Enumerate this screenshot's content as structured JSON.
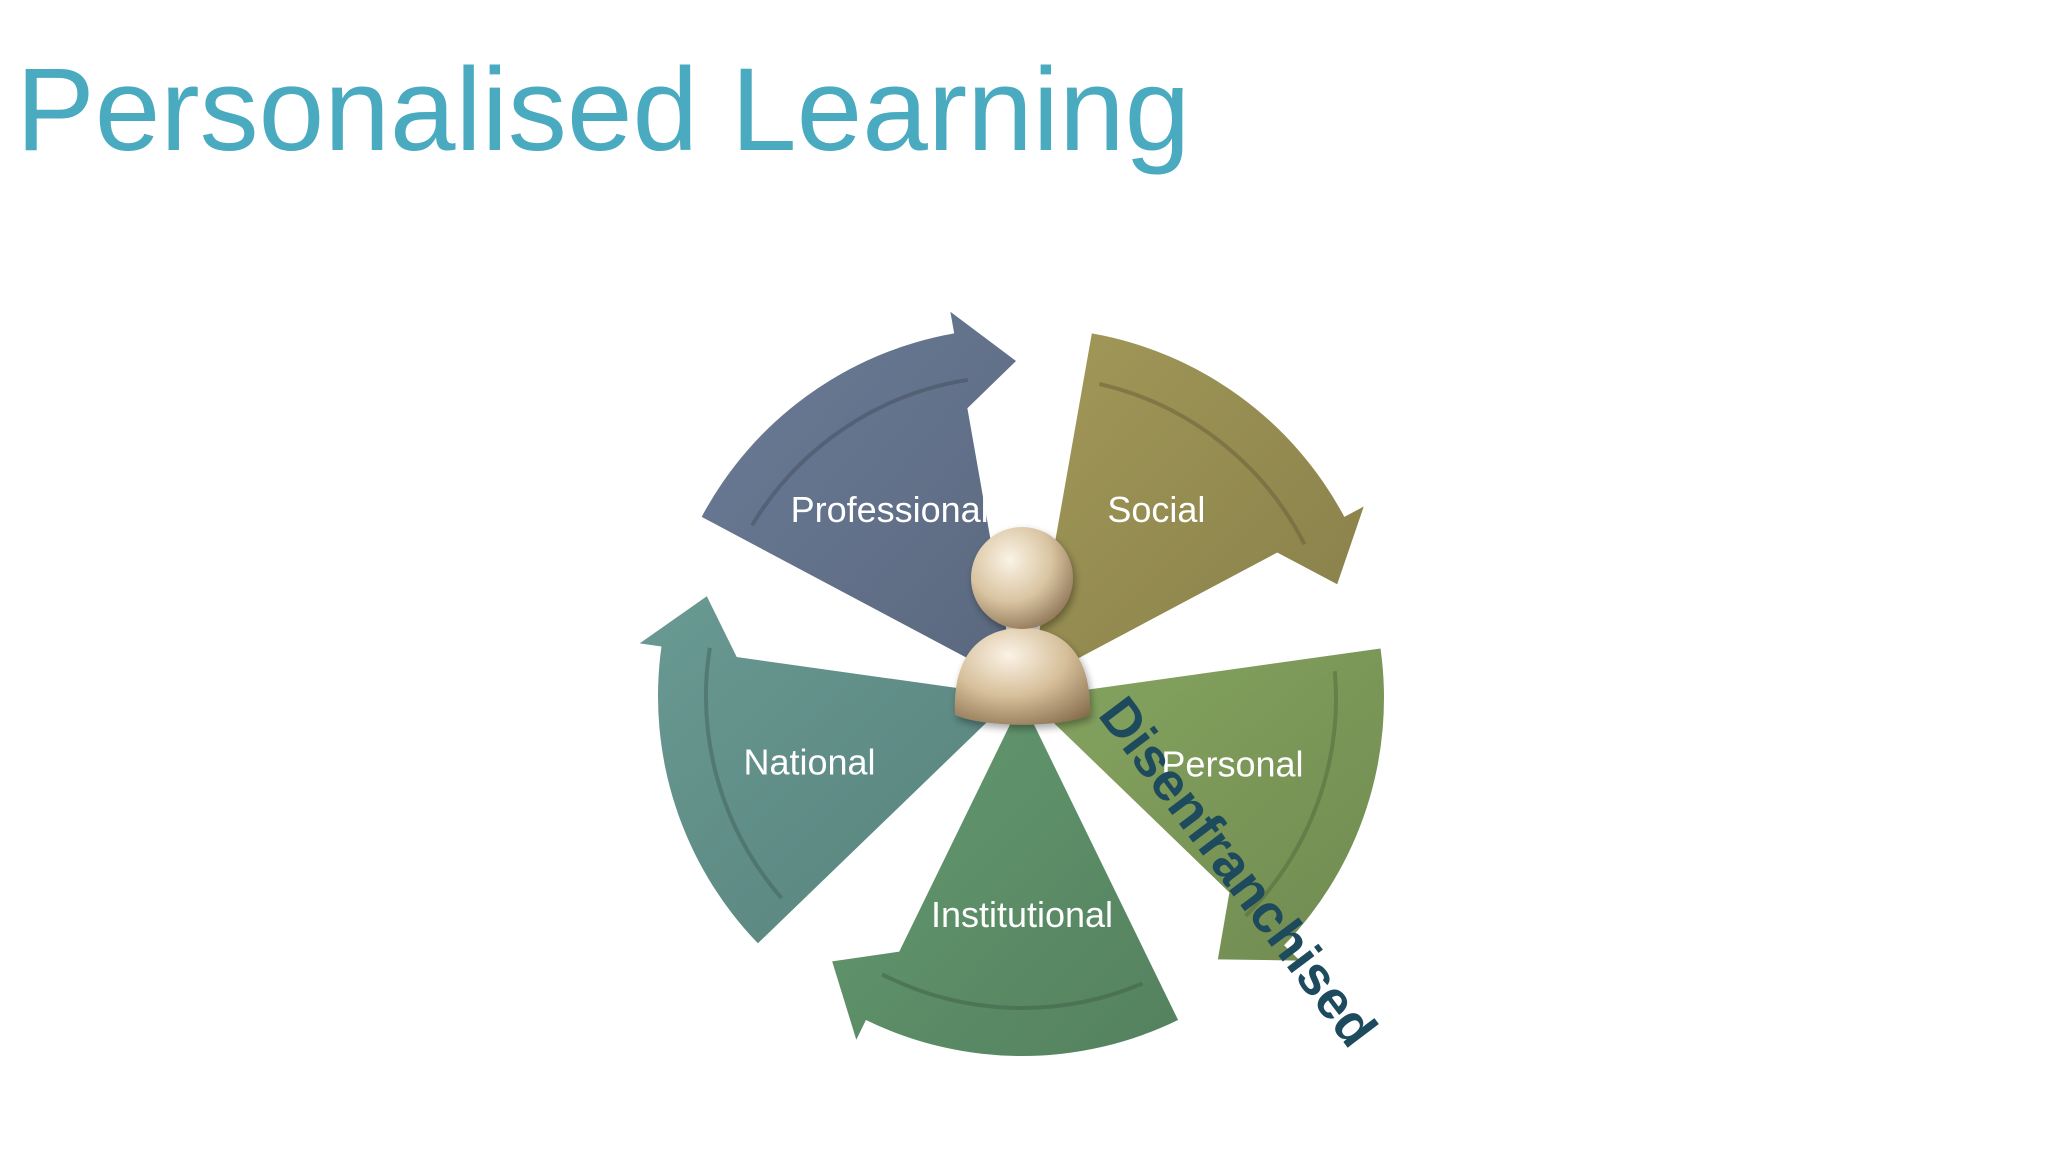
{
  "slide": {
    "title": "Personalised Learning"
  },
  "diagram": {
    "segments": [
      {
        "id": "social",
        "label": "Social",
        "color": "#938a50"
      },
      {
        "id": "personal",
        "label": "Personal",
        "color": "#7a9657"
      },
      {
        "id": "institutional",
        "label": "Institutional",
        "color": "#5b8c66"
      },
      {
        "id": "national",
        "label": "National",
        "color": "#5f8c86"
      },
      {
        "id": "professional",
        "label": "Professional",
        "color": "#627189"
      }
    ],
    "center_icon": "person-icon",
    "callout": "Disenfranchised",
    "colors": {
      "title": "#4aaabf",
      "callout": "#1d4a5c",
      "segment_text": "#ffffff"
    }
  }
}
